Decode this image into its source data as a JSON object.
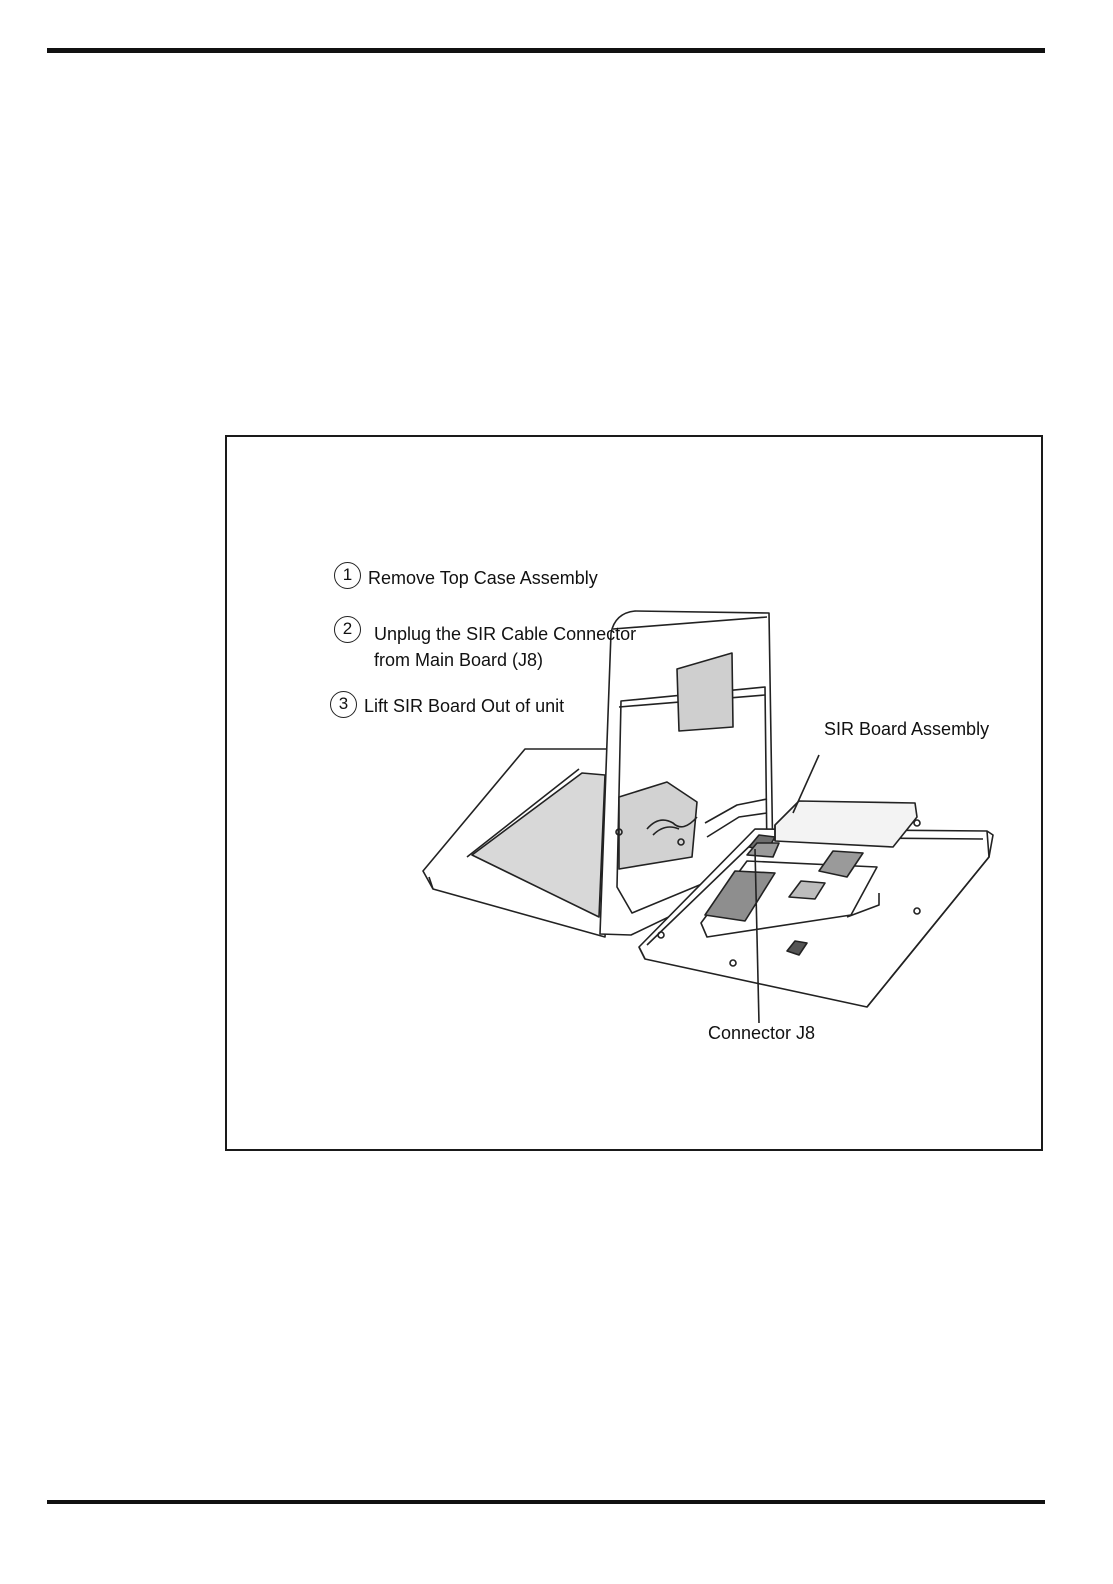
{
  "figure": {
    "steps": [
      {
        "number": "1",
        "lines": [
          "Remove Top Case Assembly"
        ]
      },
      {
        "number": "2",
        "lines": [
          "Unplug the SIR Cable Connector",
          "from Main Board (J8)"
        ]
      },
      {
        "number": "3",
        "lines": [
          "Lift SIR Board Out of unit"
        ]
      }
    ],
    "callouts": {
      "sir_board": "SIR Board Assembly",
      "connector": "Connector J8"
    }
  }
}
